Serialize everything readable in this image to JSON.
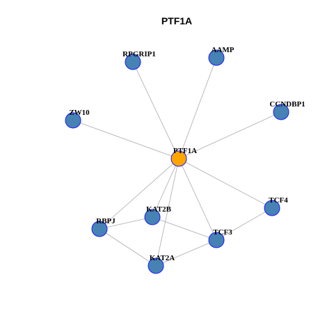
{
  "title": "PTF1A",
  "colors": {
    "hub": "#FFA500",
    "node": "#4682B4",
    "node_border": "#1a1aff",
    "edge": "#aaaaaa"
  },
  "nodes": [
    {
      "id": "PTF1A",
      "label": "PTF1A",
      "hub": true
    },
    {
      "id": "RPGRIP1",
      "label": "RPGRIP1"
    },
    {
      "id": "AAMP",
      "label": "AAMP"
    },
    {
      "id": "ZW10",
      "label": "ZW10"
    },
    {
      "id": "CCNDBP1",
      "label": "CCNDBP1"
    },
    {
      "id": "TCF4",
      "label": "TCF4"
    },
    {
      "id": "KAT2B",
      "label": "KAT2B"
    },
    {
      "id": "RBPJ",
      "label": "RBPJ"
    },
    {
      "id": "TCF3",
      "label": "TCF3"
    },
    {
      "id": "KAT2A",
      "label": "KAT2A"
    }
  ],
  "edges": [
    [
      "PTF1A",
      "RPGRIP1"
    ],
    [
      "PTF1A",
      "AAMP"
    ],
    [
      "PTF1A",
      "ZW10"
    ],
    [
      "PTF1A",
      "CCNDBP1"
    ],
    [
      "PTF1A",
      "TCF4"
    ],
    [
      "PTF1A",
      "KAT2B"
    ],
    [
      "PTF1A",
      "RBPJ"
    ],
    [
      "PTF1A",
      "TCF3"
    ],
    [
      "PTF1A",
      "KAT2A"
    ],
    [
      "TCF4",
      "TCF3"
    ],
    [
      "KAT2B",
      "RBPJ"
    ],
    [
      "KAT2B",
      "TCF3"
    ],
    [
      "RBPJ",
      "KAT2A"
    ],
    [
      "KAT2A",
      "TCF3"
    ]
  ]
}
